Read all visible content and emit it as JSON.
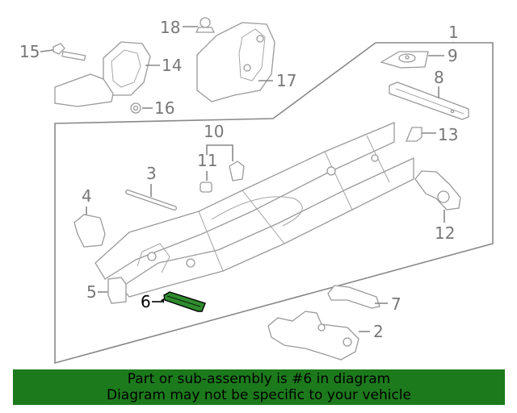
{
  "callouts": {
    "c1": "1",
    "c2": "2",
    "c3": "3",
    "c4": "4",
    "c5": "5",
    "c6": "6",
    "c7": "7",
    "c8": "8",
    "c9": "9",
    "c10": "10",
    "c11": "11",
    "c12": "12",
    "c13": "13",
    "c14": "14",
    "c15": "15",
    "c16": "16",
    "c17": "17",
    "c18": "18"
  },
  "highlighted_part": "6",
  "colors": {
    "banner": "#1c7a1c",
    "highlight_part": "#2e8b2e",
    "callout_text": "#777777"
  },
  "banner": {
    "line1": "Part or sub-assembly is #6 in diagram",
    "line2": "Diagram may not be specific to your vehicle"
  }
}
